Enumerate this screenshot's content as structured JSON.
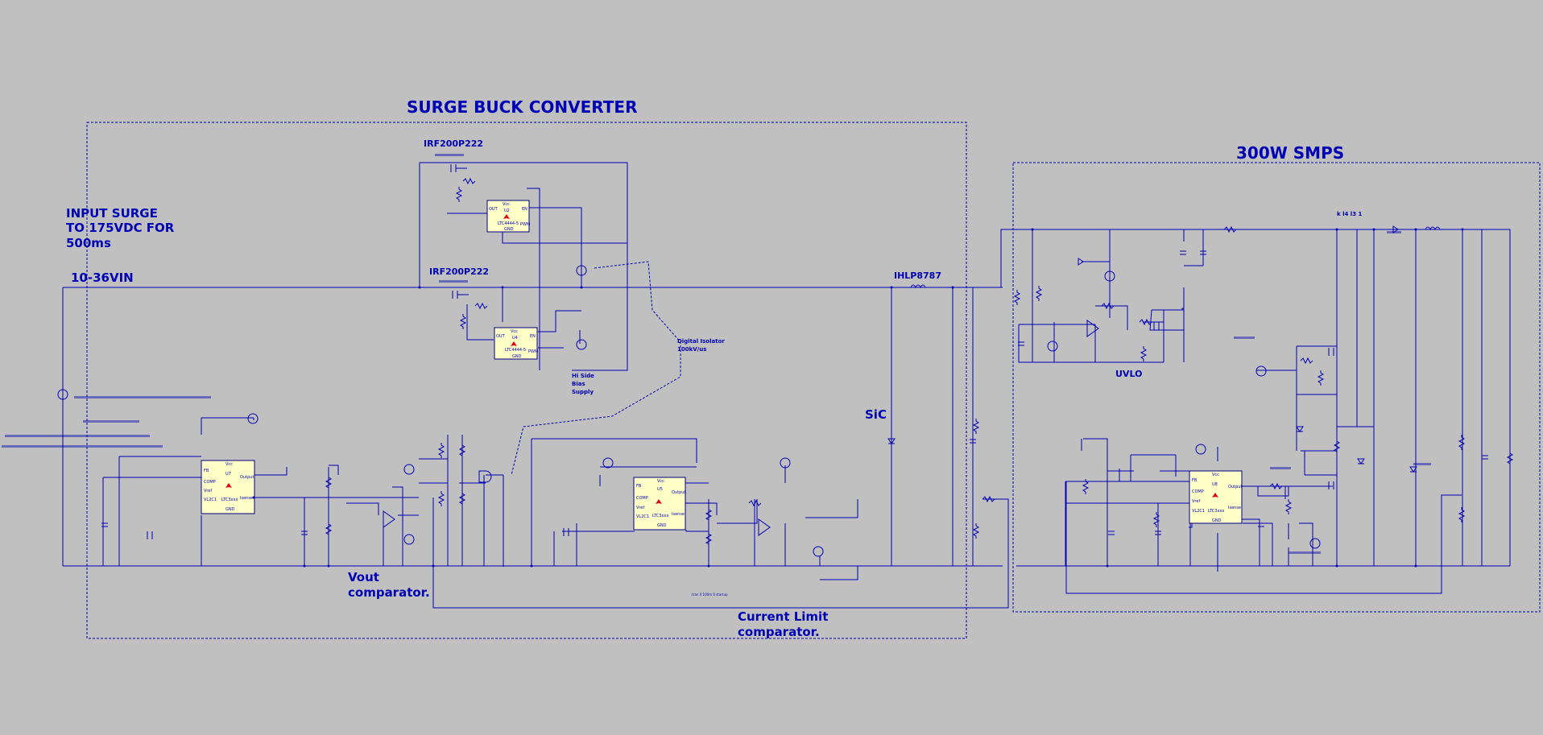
{
  "labels": {
    "surge_title": "SURGE BUCK CONVERTER",
    "smps_title": "300W SMPS",
    "input_surge": [
      "INPUT SURGE",
      "TO 175VDC FOR",
      "500ms"
    ],
    "vin": "10-36VIN",
    "mosfet_top": "IRF200P222",
    "mosfet_mid": "IRF200P222",
    "inductor": "IHLP8787",
    "sic": "SiC",
    "uvlo": "UVLO",
    "vout_comp": [
      "Vout",
      "comparator."
    ],
    "curr_comp": [
      "Current Limit",
      "comparator."
    ],
    "hi_side": [
      "Hi Side",
      "Bias",
      "Supply"
    ],
    "digital_iso": [
      "Digital Isolator",
      "100kV/us"
    ],
    "k_label": "k l4 l3 1",
    "tran_note": ".tran 0 100m 0 startup"
  },
  "ics": [
    {
      "id": "U7",
      "part": "LTC3xxx",
      "pins_l": [
        "FB",
        "COMP",
        "Vref",
        "VL2C1"
      ],
      "pins_r": [
        "Output",
        "Isense"
      ]
    },
    {
      "id": "U5",
      "part": "LTC3xxx",
      "pins_l": [
        "FB",
        "COMP",
        "Vref",
        "VL2C1"
      ],
      "pins_r": [
        "Output",
        "Isense"
      ]
    },
    {
      "id": "U8",
      "part": "LTC3xxx",
      "pins_l": [
        "FB",
        "COMP",
        "Vref",
        "VL2C1"
      ],
      "pins_r": [
        "Output",
        "Isense"
      ]
    },
    {
      "id": "U2",
      "part": "LTC4444-5",
      "pins_l": [
        "OUT"
      ],
      "pins_r": [
        "EN",
        "PWM"
      ]
    },
    {
      "id": "U4",
      "part": "LTC4444-5",
      "pins_l": [
        "OUT"
      ],
      "pins_r": [
        "EN",
        "PWM"
      ]
    }
  ],
  "colors": {
    "background": "#c0c0c0",
    "wire": "#0000b4",
    "ic_fill": "#ffffc8",
    "logo": "#e0001a"
  }
}
